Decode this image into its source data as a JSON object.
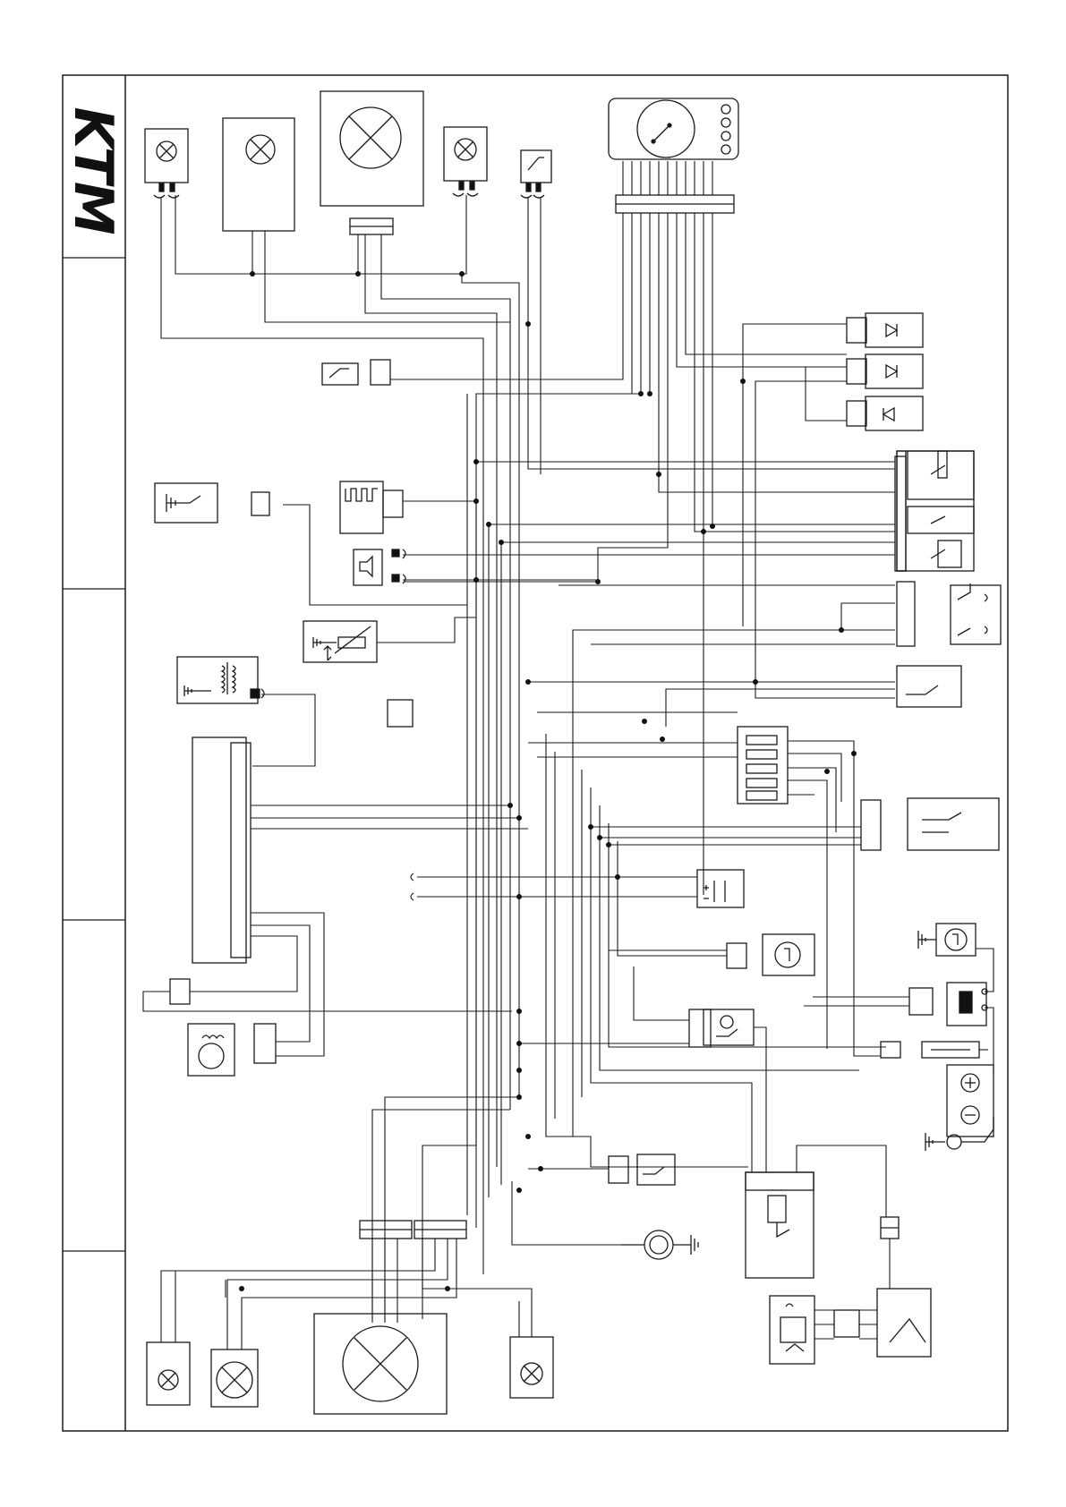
{
  "document": {
    "logo_text": "KTM"
  },
  "diagram": {
    "components": [
      {
        "id": "lamp-left-1",
        "type": "lamp"
      },
      {
        "id": "lamp-left-2",
        "type": "lamp"
      },
      {
        "id": "headlight-top",
        "type": "lamp"
      },
      {
        "id": "lamp-right-top",
        "type": "lamp"
      },
      {
        "id": "switch-top",
        "type": "switch"
      },
      {
        "id": "instrument-cluster",
        "type": "instrument"
      },
      {
        "id": "diode-1",
        "type": "diode"
      },
      {
        "id": "diode-2",
        "type": "diode"
      },
      {
        "id": "diode-3",
        "type": "diode"
      },
      {
        "id": "relay-left",
        "type": "relay"
      },
      {
        "id": "ground-switch-left",
        "type": "switch"
      },
      {
        "id": "flasher-unit",
        "type": "flasher"
      },
      {
        "id": "horn",
        "type": "horn"
      },
      {
        "id": "handlebar-switch-1",
        "type": "switch-group"
      },
      {
        "id": "handlebar-switch-2",
        "type": "switch-group"
      },
      {
        "id": "temperature-sensor",
        "type": "sensor"
      },
      {
        "id": "ignition-coil",
        "type": "coil"
      },
      {
        "id": "connector-small",
        "type": "connector"
      },
      {
        "id": "switch-right-middle",
        "type": "switch"
      },
      {
        "id": "fuse-box",
        "type": "fuse-box"
      },
      {
        "id": "ignition-switch",
        "type": "switch"
      },
      {
        "id": "cdi-unit",
        "type": "control-unit"
      },
      {
        "id": "capacitor",
        "type": "capacitor"
      },
      {
        "id": "fuel-pump",
        "type": "pump"
      },
      {
        "id": "starter-relay",
        "type": "relay"
      },
      {
        "id": "pressure-switch",
        "type": "switch"
      },
      {
        "id": "starter-motor",
        "type": "motor"
      },
      {
        "id": "main-fuse",
        "type": "fuse"
      },
      {
        "id": "battery",
        "type": "battery"
      },
      {
        "id": "ground-lug-right",
        "type": "ground"
      },
      {
        "id": "neutral-switch",
        "type": "switch"
      },
      {
        "id": "regulator",
        "type": "regulator"
      },
      {
        "id": "ground-lug-bottom",
        "type": "ground"
      },
      {
        "id": "generator",
        "type": "generator"
      },
      {
        "id": "rectifier",
        "type": "rectifier"
      },
      {
        "id": "taillight-left",
        "type": "lamp"
      },
      {
        "id": "turn-left-rear",
        "type": "lamp"
      },
      {
        "id": "taillight-main",
        "type": "lamp"
      },
      {
        "id": "turn-right-rear",
        "type": "lamp"
      },
      {
        "id": "speed-sensor",
        "type": "sensor"
      }
    ]
  }
}
